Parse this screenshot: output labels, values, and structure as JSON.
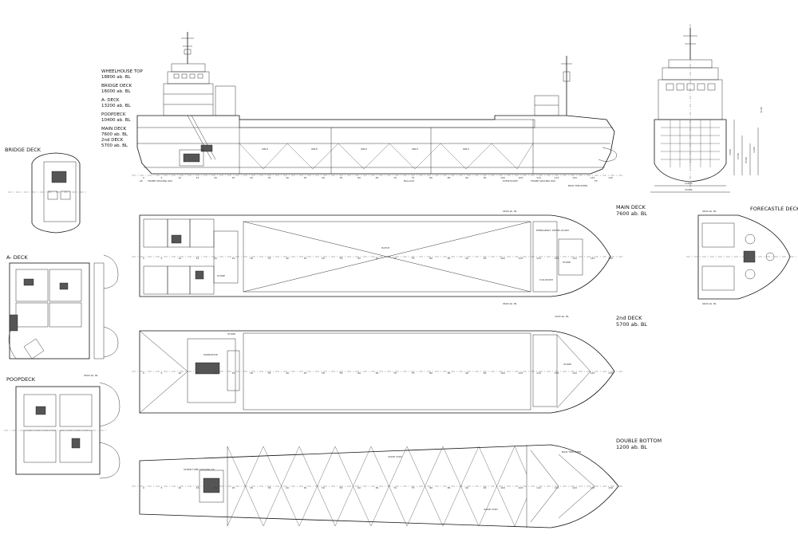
{
  "profile": {
    "levels": [
      {
        "name": "WHEELHOUSE TOP",
        "value": "18800 ab. BL"
      },
      {
        "name": "BRIDGE DECK",
        "value": "16000 ab. BL"
      },
      {
        "name": "A- DECK",
        "value": "13200 ab. BL"
      },
      {
        "name": "POOPDECK",
        "value": "10400 ab. BL"
      },
      {
        "name": "MAIN DECK",
        "value": "7600 ab. BL"
      },
      {
        "name": "2nd DECK",
        "value": "5700 ab. BL"
      }
    ],
    "hatch_notes": [
      "WB-P",
      "WB-P",
      "WB-P",
      "WB-P",
      "WB-P"
    ],
    "frame_spacing_aft": "FRAME SPACING 600",
    "frame_spacing_fwd": "FRAME SPACING 600",
    "notes": [
      "PUMP ROOM",
      "BOW THRUSTER",
      "BALLAST"
    ],
    "end_marks": [
      "AP",
      "FP"
    ]
  },
  "main_deck": {
    "title": "MAIN DECK",
    "level": "7600 ab. BL",
    "callout_top": "9600 ab. BL",
    "callout_bottom": "9600 ab. BL",
    "hatch": "HATCH",
    "rooms": [
      "STORE",
      "EMERGENCY DIESEL ROOM",
      "CO2-ROOM",
      "STORE"
    ]
  },
  "second_deck": {
    "title": "2nd DECK",
    "level": "5700 ab. BL",
    "callout": "4450 ab. BL",
    "rooms": [
      "STORE",
      "WORKSHOP",
      "STORE"
    ]
  },
  "double_bottom": {
    "title": "DOUBLE BOTTOM",
    "level": "1200 ab. BL",
    "notes": [
      "STERN TUBE COOLING TK",
      "VALVE VOID",
      "VALVE VOID",
      "BOW THRUSTER"
    ]
  },
  "bridge_deck": {
    "title": "BRIDGE DECK"
  },
  "a_deck": {
    "title": "A- DECK"
  },
  "poop_deck": {
    "title": "POOPDECK",
    "callout": "9600 ab. BL"
  },
  "forecastle": {
    "title": "FORECASTLE DECK",
    "callout_top": "9600 ab. BL",
    "callout_bottom": "9600 ab. BL"
  },
  "front_view": {
    "breadth": "12600",
    "breadth_overall": "15400",
    "side_dims": [
      "7600",
      "5700",
      "4500",
      "1200"
    ],
    "top_dim": "3100"
  },
  "frame_numbers": [
    "0",
    "5",
    "10",
    "15",
    "20",
    "25",
    "30",
    "35",
    "40",
    "45",
    "50",
    "55",
    "60",
    "65",
    "70",
    "75",
    "80",
    "85",
    "90",
    "95",
    "100",
    "105",
    "110",
    "115",
    "120",
    "125",
    "130"
  ]
}
